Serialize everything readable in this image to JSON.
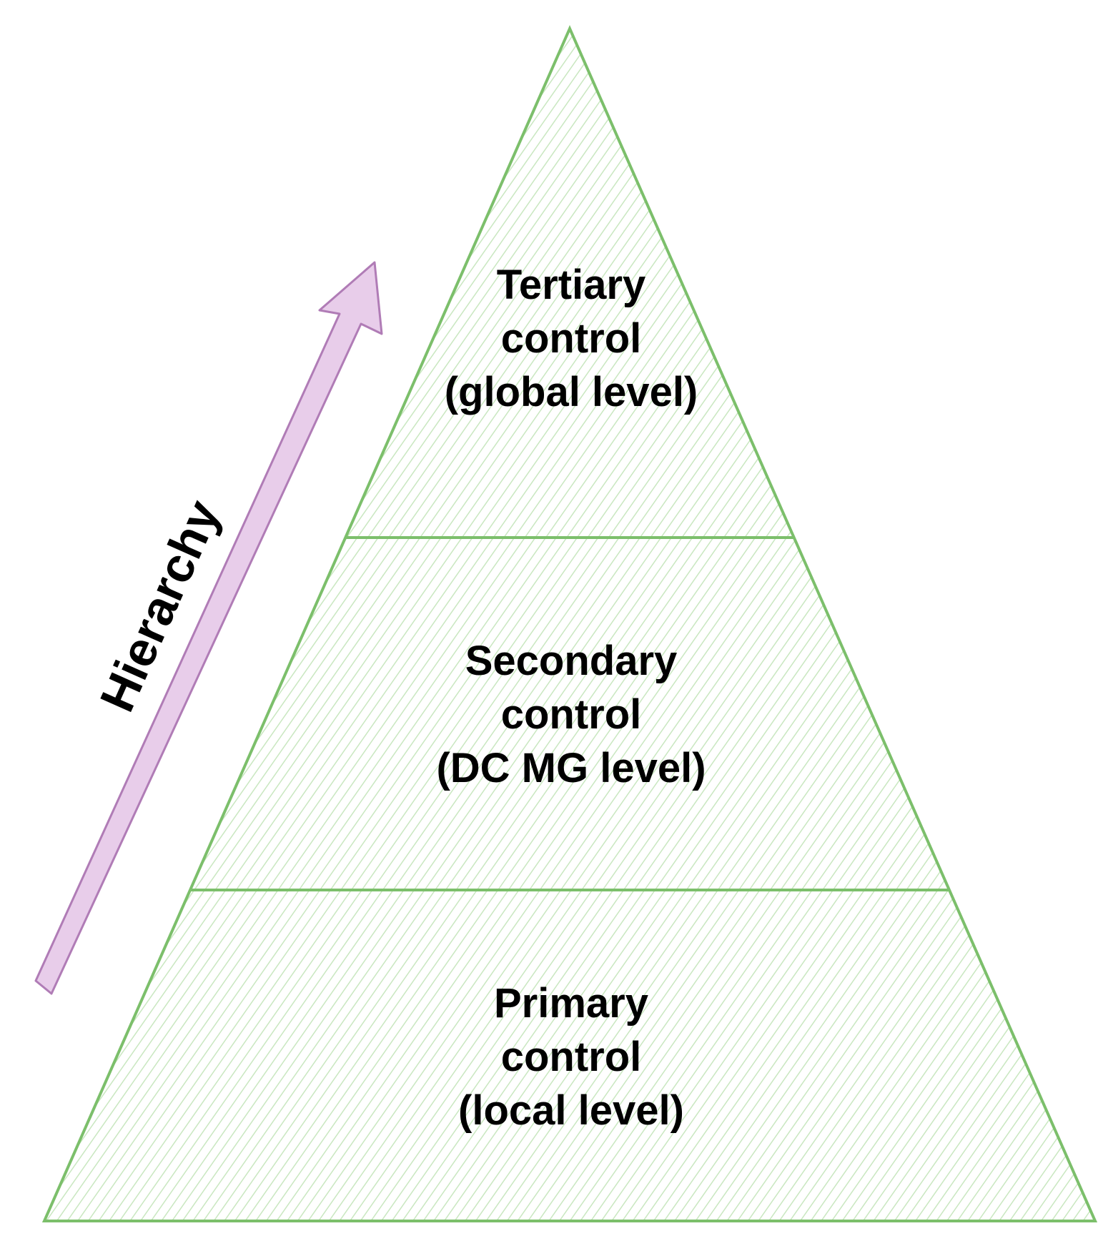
{
  "colors": {
    "pyramid_stroke": "#7cbf6b",
    "pyramid_hatch": "#c9e7c0",
    "arrow_fill": "#e8cdea",
    "arrow_stroke": "#b07cb6",
    "text": "#000000"
  },
  "arrow": {
    "label": "Hierarchy"
  },
  "levels": [
    {
      "lines": [
        "Tertiary",
        "control",
        "(global level)"
      ]
    },
    {
      "lines": [
        "Secondary",
        "control",
        "(DC MG level)"
      ]
    },
    {
      "lines": [
        "Primary",
        "control",
        "(local level)"
      ]
    }
  ]
}
